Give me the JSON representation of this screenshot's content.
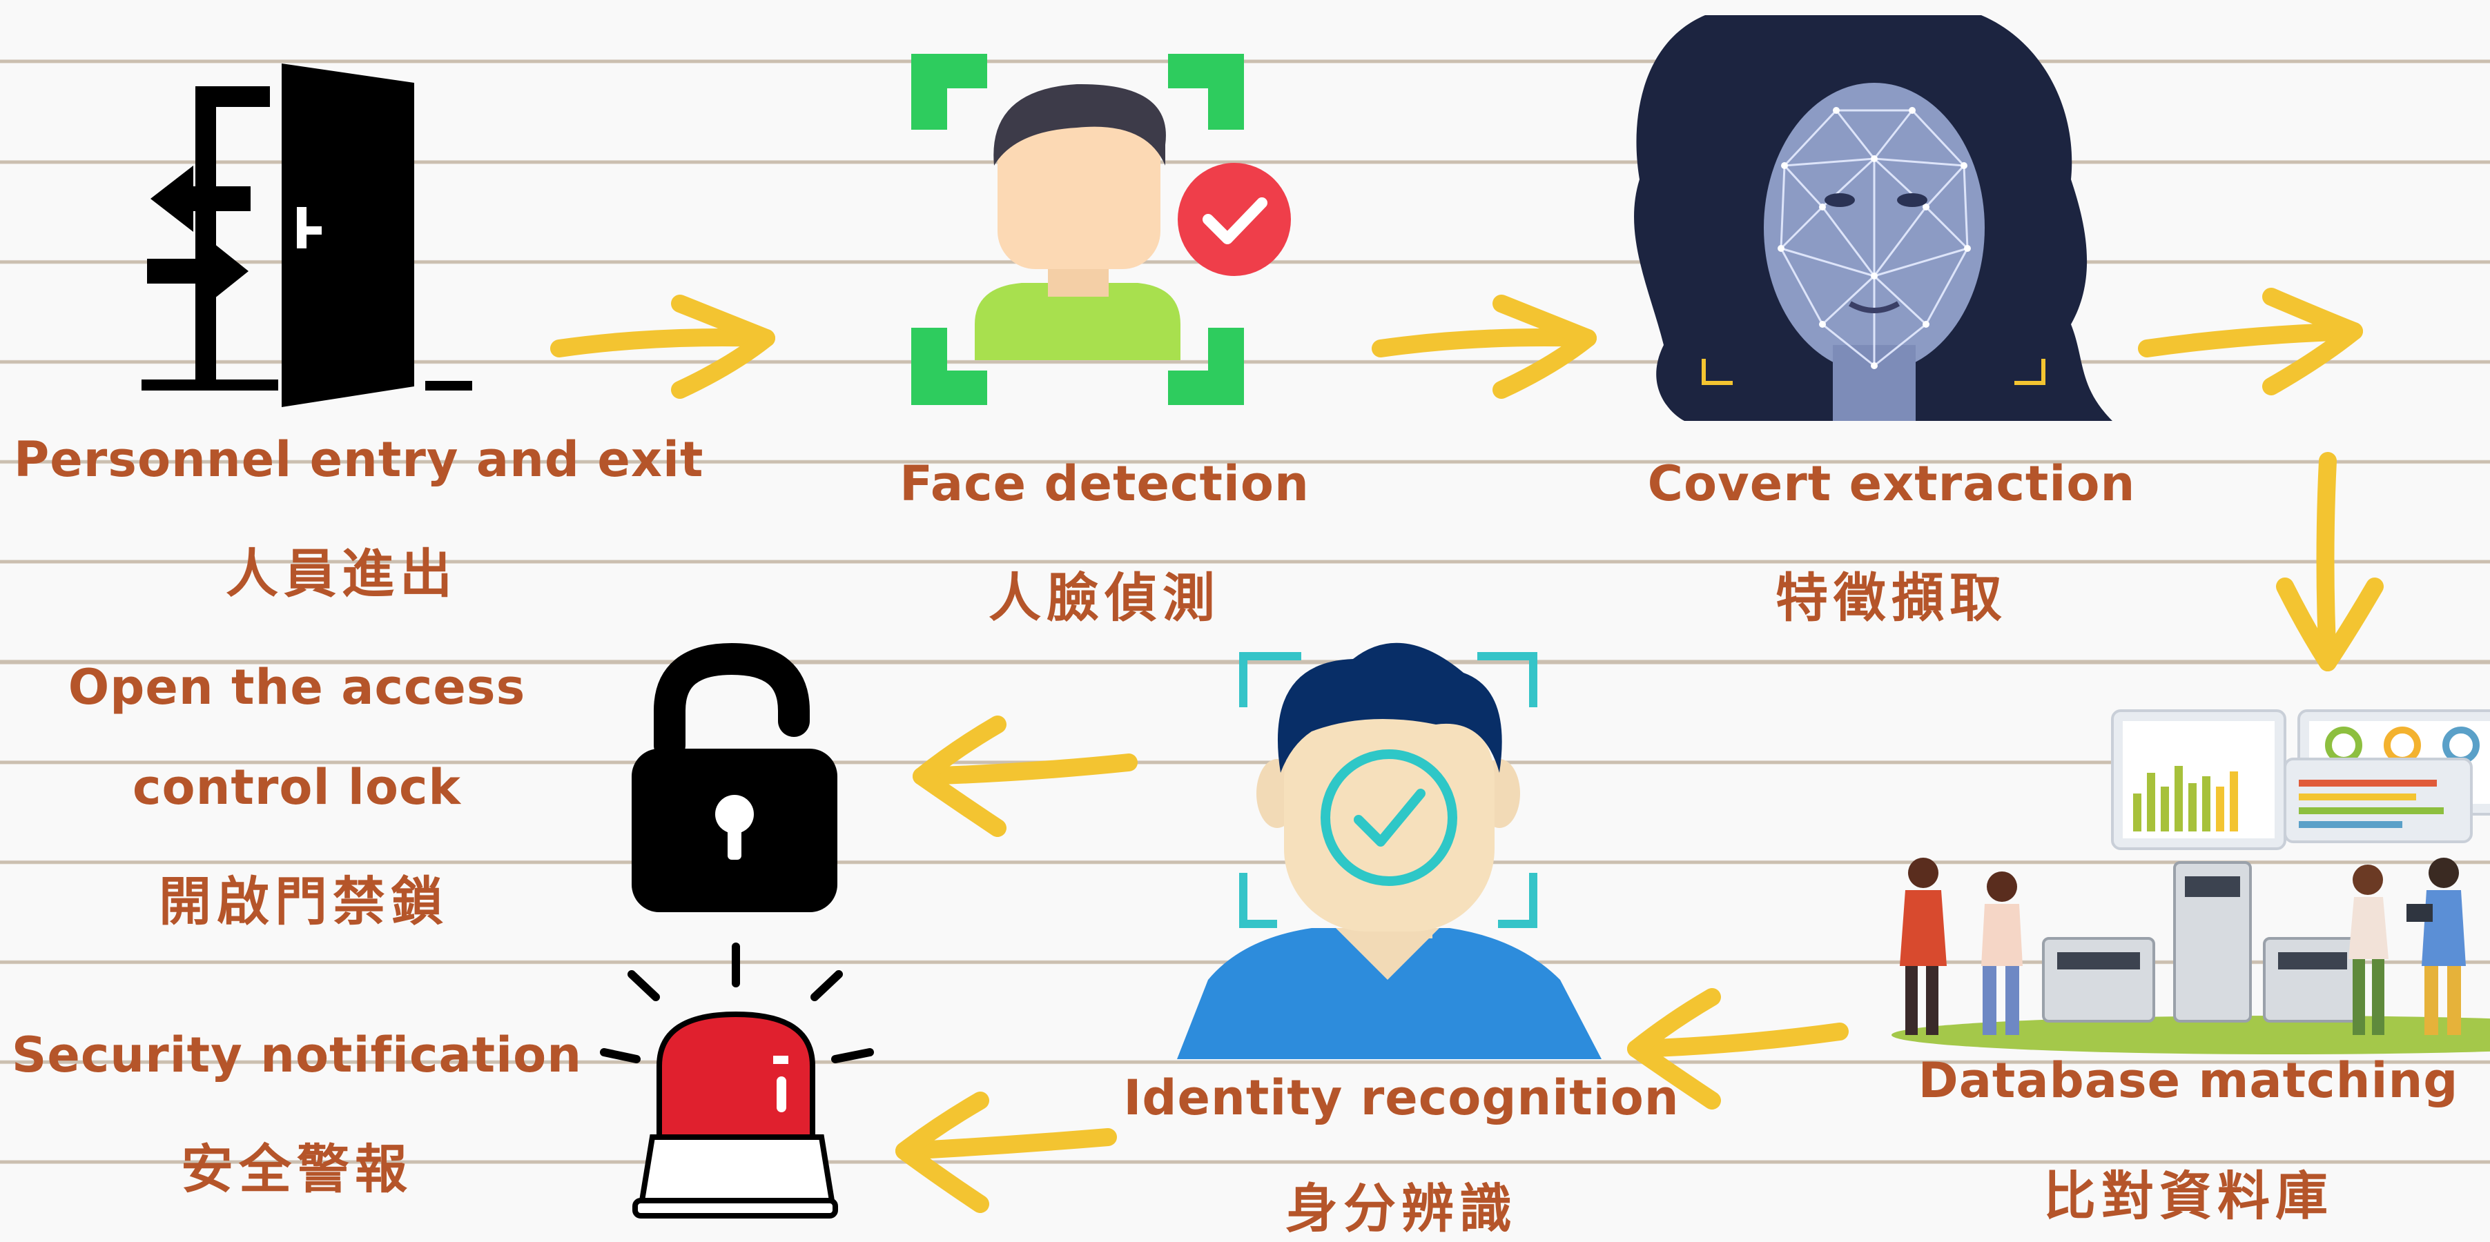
{
  "steps": {
    "entry": {
      "en": "Personnel entry and exit",
      "zh": "人員進出"
    },
    "detect": {
      "en": "Face detection",
      "zh": "人臉偵測"
    },
    "extract": {
      "en": "Covert extraction",
      "zh": "特徵擷取"
    },
    "database": {
      "en": "Database matching",
      "zh": "比對資料庫"
    },
    "identity": {
      "en": "Identity recognition",
      "zh": "身分辨識"
    },
    "unlock": {
      "en_line1": "Open the access",
      "en_line2": "control lock",
      "zh": "開啟門禁鎖"
    },
    "alert": {
      "en": "Security notification",
      "zh": "安全警報"
    }
  },
  "colors": {
    "label": "#b5552a",
    "arrow": "#f3c431",
    "frame_green": "#2ecc5e",
    "frame_teal": "#35c4c8",
    "check_red": "#ef3e4a",
    "siren_red": "#e0202e"
  }
}
